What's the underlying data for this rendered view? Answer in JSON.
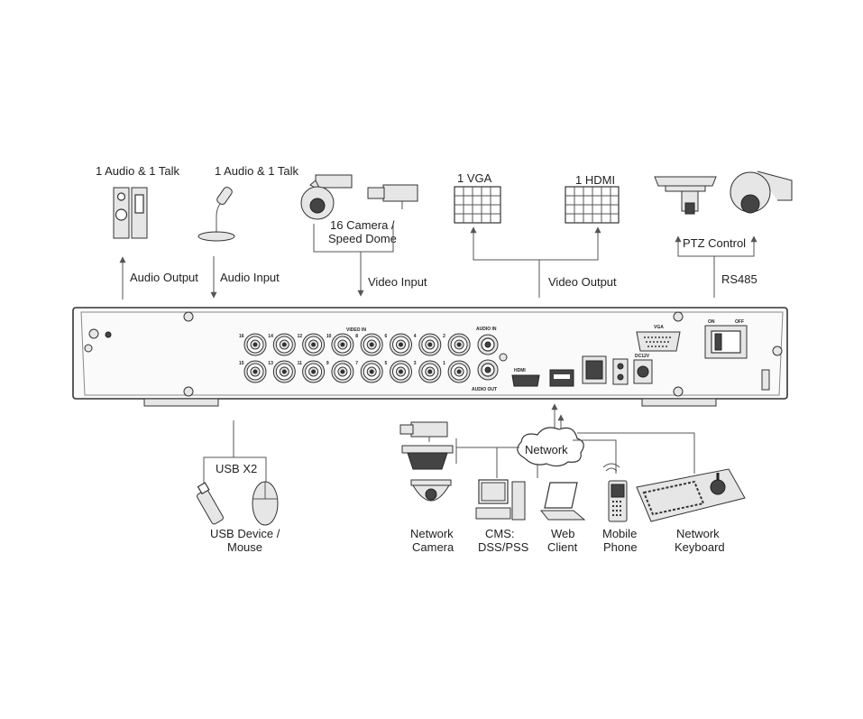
{
  "labels": {
    "audio_talk_left": "1 Audio  & 1 Talk",
    "audio_talk_mic": "1 Audio & 1 Talk",
    "camera_line1": "16  Camera /",
    "camera_line2": "Speed Dome",
    "vga": "1 VGA",
    "hdmi": "1 HDMI",
    "ptz_control": "PTZ Control",
    "audio_output": "Audio  Output",
    "audio_input": "Audio  Input",
    "video_input": "Video Input",
    "video_output": "Video Output",
    "rs485": "RS485",
    "usb_x2": "USB X2",
    "usb_device_line1": "USB Device /",
    "usb_device_line2": "Mouse",
    "network": "Network",
    "network_camera_line1": "Network",
    "network_camera_line2": "Camera",
    "cms_line1": "CMS:",
    "cms_line2": "DSS/PSS",
    "web_client_line1": "Web",
    "web_client_line2": "Client",
    "mobile_phone_line1": "Mobile",
    "mobile_phone_line2": "Phone",
    "network_keyboard_line1": "Network",
    "network_keyboard_line2": "Keyboard"
  },
  "panel": {
    "video_in": "VIDEO IN",
    "audio_in": "AUDIO IN",
    "audio_out": "AUDIO OUT",
    "hdmi": "HDMI",
    "vga": "VGA",
    "power": "DC12V",
    "switch_on": "ON",
    "switch_off": "OFF",
    "bnc_top": [
      "16",
      "14",
      "12",
      "10",
      "8",
      "6",
      "4",
      "2"
    ],
    "bnc_bottom": [
      "15",
      "13",
      "11",
      "9",
      "7",
      "5",
      "3",
      "1"
    ]
  }
}
